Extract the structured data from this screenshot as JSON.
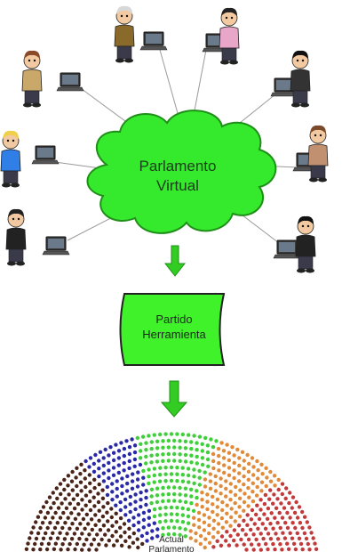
{
  "cloud": {
    "line1": "Parlamento",
    "line2": "Virtual"
  },
  "tool_box": {
    "line1": "Partido",
    "line2": "Herramienta"
  },
  "parliament": {
    "line1": "Actual",
    "line2": "Parlamento"
  },
  "colors": {
    "cloud_fill": "#35ea2c",
    "box_fill": "#3ff22a",
    "arrow": "#33cc22",
    "seat_groups": [
      "#4a2418",
      "#2a2aa8",
      "#3fcf3a",
      "#e08a3a",
      "#c23a3a"
    ]
  },
  "people": [
    {
      "id": "top-left-man",
      "shirt": "#8a6a2a",
      "hair": "#d8d8d8"
    },
    {
      "id": "top-right-woman",
      "shirt": "#e8a6c8",
      "hair": "#222222"
    },
    {
      "id": "left-man-1",
      "shirt": "#c9a86a",
      "hair": "#8a4a2a"
    },
    {
      "id": "right-man-1",
      "shirt": "#333333",
      "hair": "#111111"
    },
    {
      "id": "left-woman",
      "shirt": "#2f7fe6",
      "hair": "#f0d04a"
    },
    {
      "id": "right-woman",
      "shirt": "#c09070",
      "hair": "#7a4a2a"
    },
    {
      "id": "left-man-2",
      "shirt": "#222222",
      "hair": "#222222"
    },
    {
      "id": "right-man-2",
      "shirt": "#222222",
      "hair": "#111111"
    }
  ]
}
